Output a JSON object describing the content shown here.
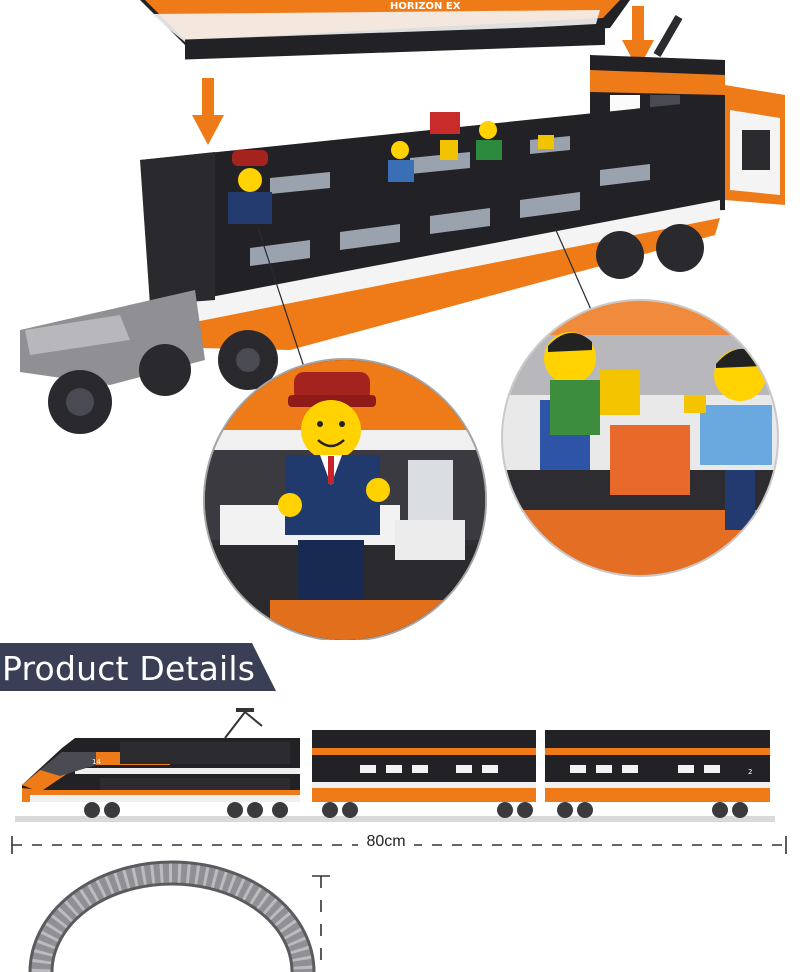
{
  "banner": {
    "title": "Product Details",
    "bg_color": "#3a3f55"
  },
  "dimension": {
    "length_label": "80cm"
  },
  "hero": {
    "logo_text": "HORIZON EX"
  },
  "train": {
    "car_number_left": "14",
    "car_number_right": "2"
  },
  "colors": {
    "orange": "#ee7b17",
    "black": "#222226",
    "white": "#f4f4f4",
    "grey": "#8f8f94"
  }
}
